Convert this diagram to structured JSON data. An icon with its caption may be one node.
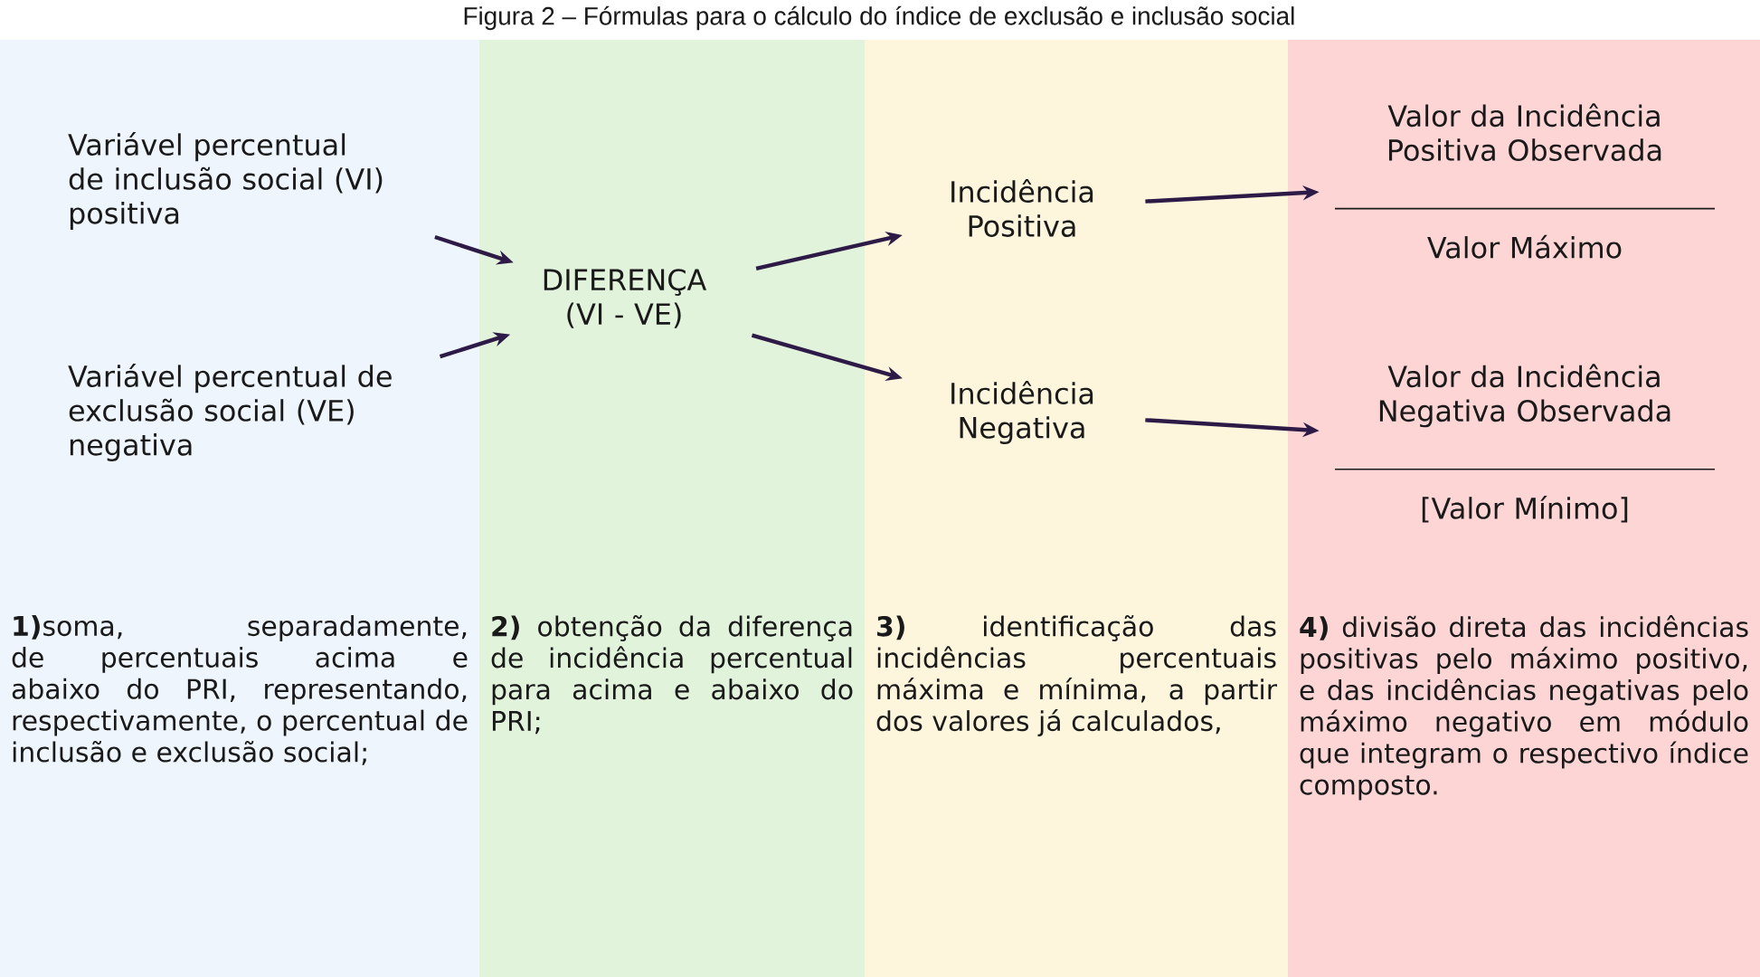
{
  "diagram": {
    "title": "Figura 2 – Fórmulas para o cálculo do índice de exclusão e inclusão social",
    "nodes": [
      {
        "text": [
          "**1)**soma, separadamente, de percentuais acima e abaixo do PRI, representando, respectivamente, o percentual de inclusão e exclusão social;"
        ]
      },
      {
        "text": [
          "Variável percentual de inclusão social (VI) positiva"
        ],
        "in": 0
      },
      {
        "text": [
          "Variável percentual de exclusão social (VE) negativa"
        ],
        "in": 0
      },
      {
        "text": [
          "**2)** obtenção da diferença de incidência percentual para acima e abaixo do PRI;"
        ]
      },
      {
        "text": [
          "DIFERENÇA (VI - VE)"
        ],
        "in": 3
      },
      {
        "text": [
          "**3)** identificação das incidências percentuais máxima e mínima, a partir dos valores já calculados,"
        ]
      },
      {
        "text": [
          "Incidência Positiva"
        ],
        "in": 5
      },
      {
        "text": [
          "Incidência Negativa"
        ],
        "in": 5
      },
      {
        "text": [
          "**4)** divisão direta das incidências positivas pelo máximo positivo, e das incidências negativas pelo máximo negativo em módulo que integram o respectivo índice composto."
        ]
      },
      {
        "text": [
          "Valor da Incidência Positiva Observada",
          "Valor Máximo"
        ],
        "in": 8
      },
      {
        "text": [
          "Valor da Incidência Negativa Observada",
          "[Valor Mínimo]"
        ],
        "in": 8
      }
    ],
    "edges": [
      {
        "from": 1,
        "to": 4,
        "arrow": "to"
      },
      {
        "from": 2,
        "to": 4,
        "arrow": "to"
      },
      {
        "from": 4,
        "to": 6,
        "arrow": "to"
      },
      {
        "from": 4,
        "to": 7,
        "arrow": "to"
      },
      {
        "from": 6,
        "to": 9,
        "arrow": "to"
      },
      {
        "from": 7,
        "to": 10,
        "arrow": "to"
      }
    ]
  }
}
